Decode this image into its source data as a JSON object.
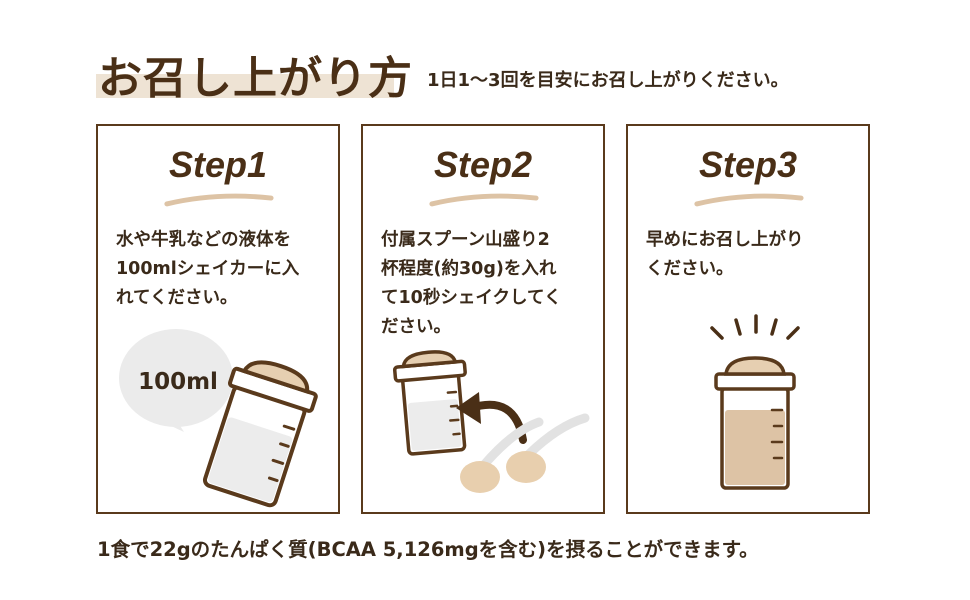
{
  "header": {
    "title": "お召し上がり方",
    "subtitle": "1日1～3回を目安にお召し上がりください。"
  },
  "steps": [
    {
      "title": "Step1",
      "text": "水や牛乳などの液体を\n100mlシェイカーに入\nれてください。",
      "bubble_label": "100ml",
      "icons": [
        "speech-bubble",
        "shaker"
      ]
    },
    {
      "title": "Step2",
      "text": "付属スプーン山盛り2\n杯程度(約30g)を入れ\nて10秒シェイクしてく\nださい。",
      "icons": [
        "shaker",
        "arrow",
        "spoon-with-powder"
      ]
    },
    {
      "title": "Step3",
      "text": "早めにお召し上がり\nください。",
      "icons": [
        "shaker-filled",
        "sparkle-lines"
      ]
    }
  ],
  "footer": {
    "text": "1食で22gのたんぱく質(BCAA 5,126mgを含む)を摂ることができます。"
  },
  "colors": {
    "brown_dark": "#4a2f16",
    "border": "#5a3a1c",
    "beige": "#ddc3a5",
    "title_highlight": "#eee3d4",
    "gray_light": "#ebebeb"
  }
}
